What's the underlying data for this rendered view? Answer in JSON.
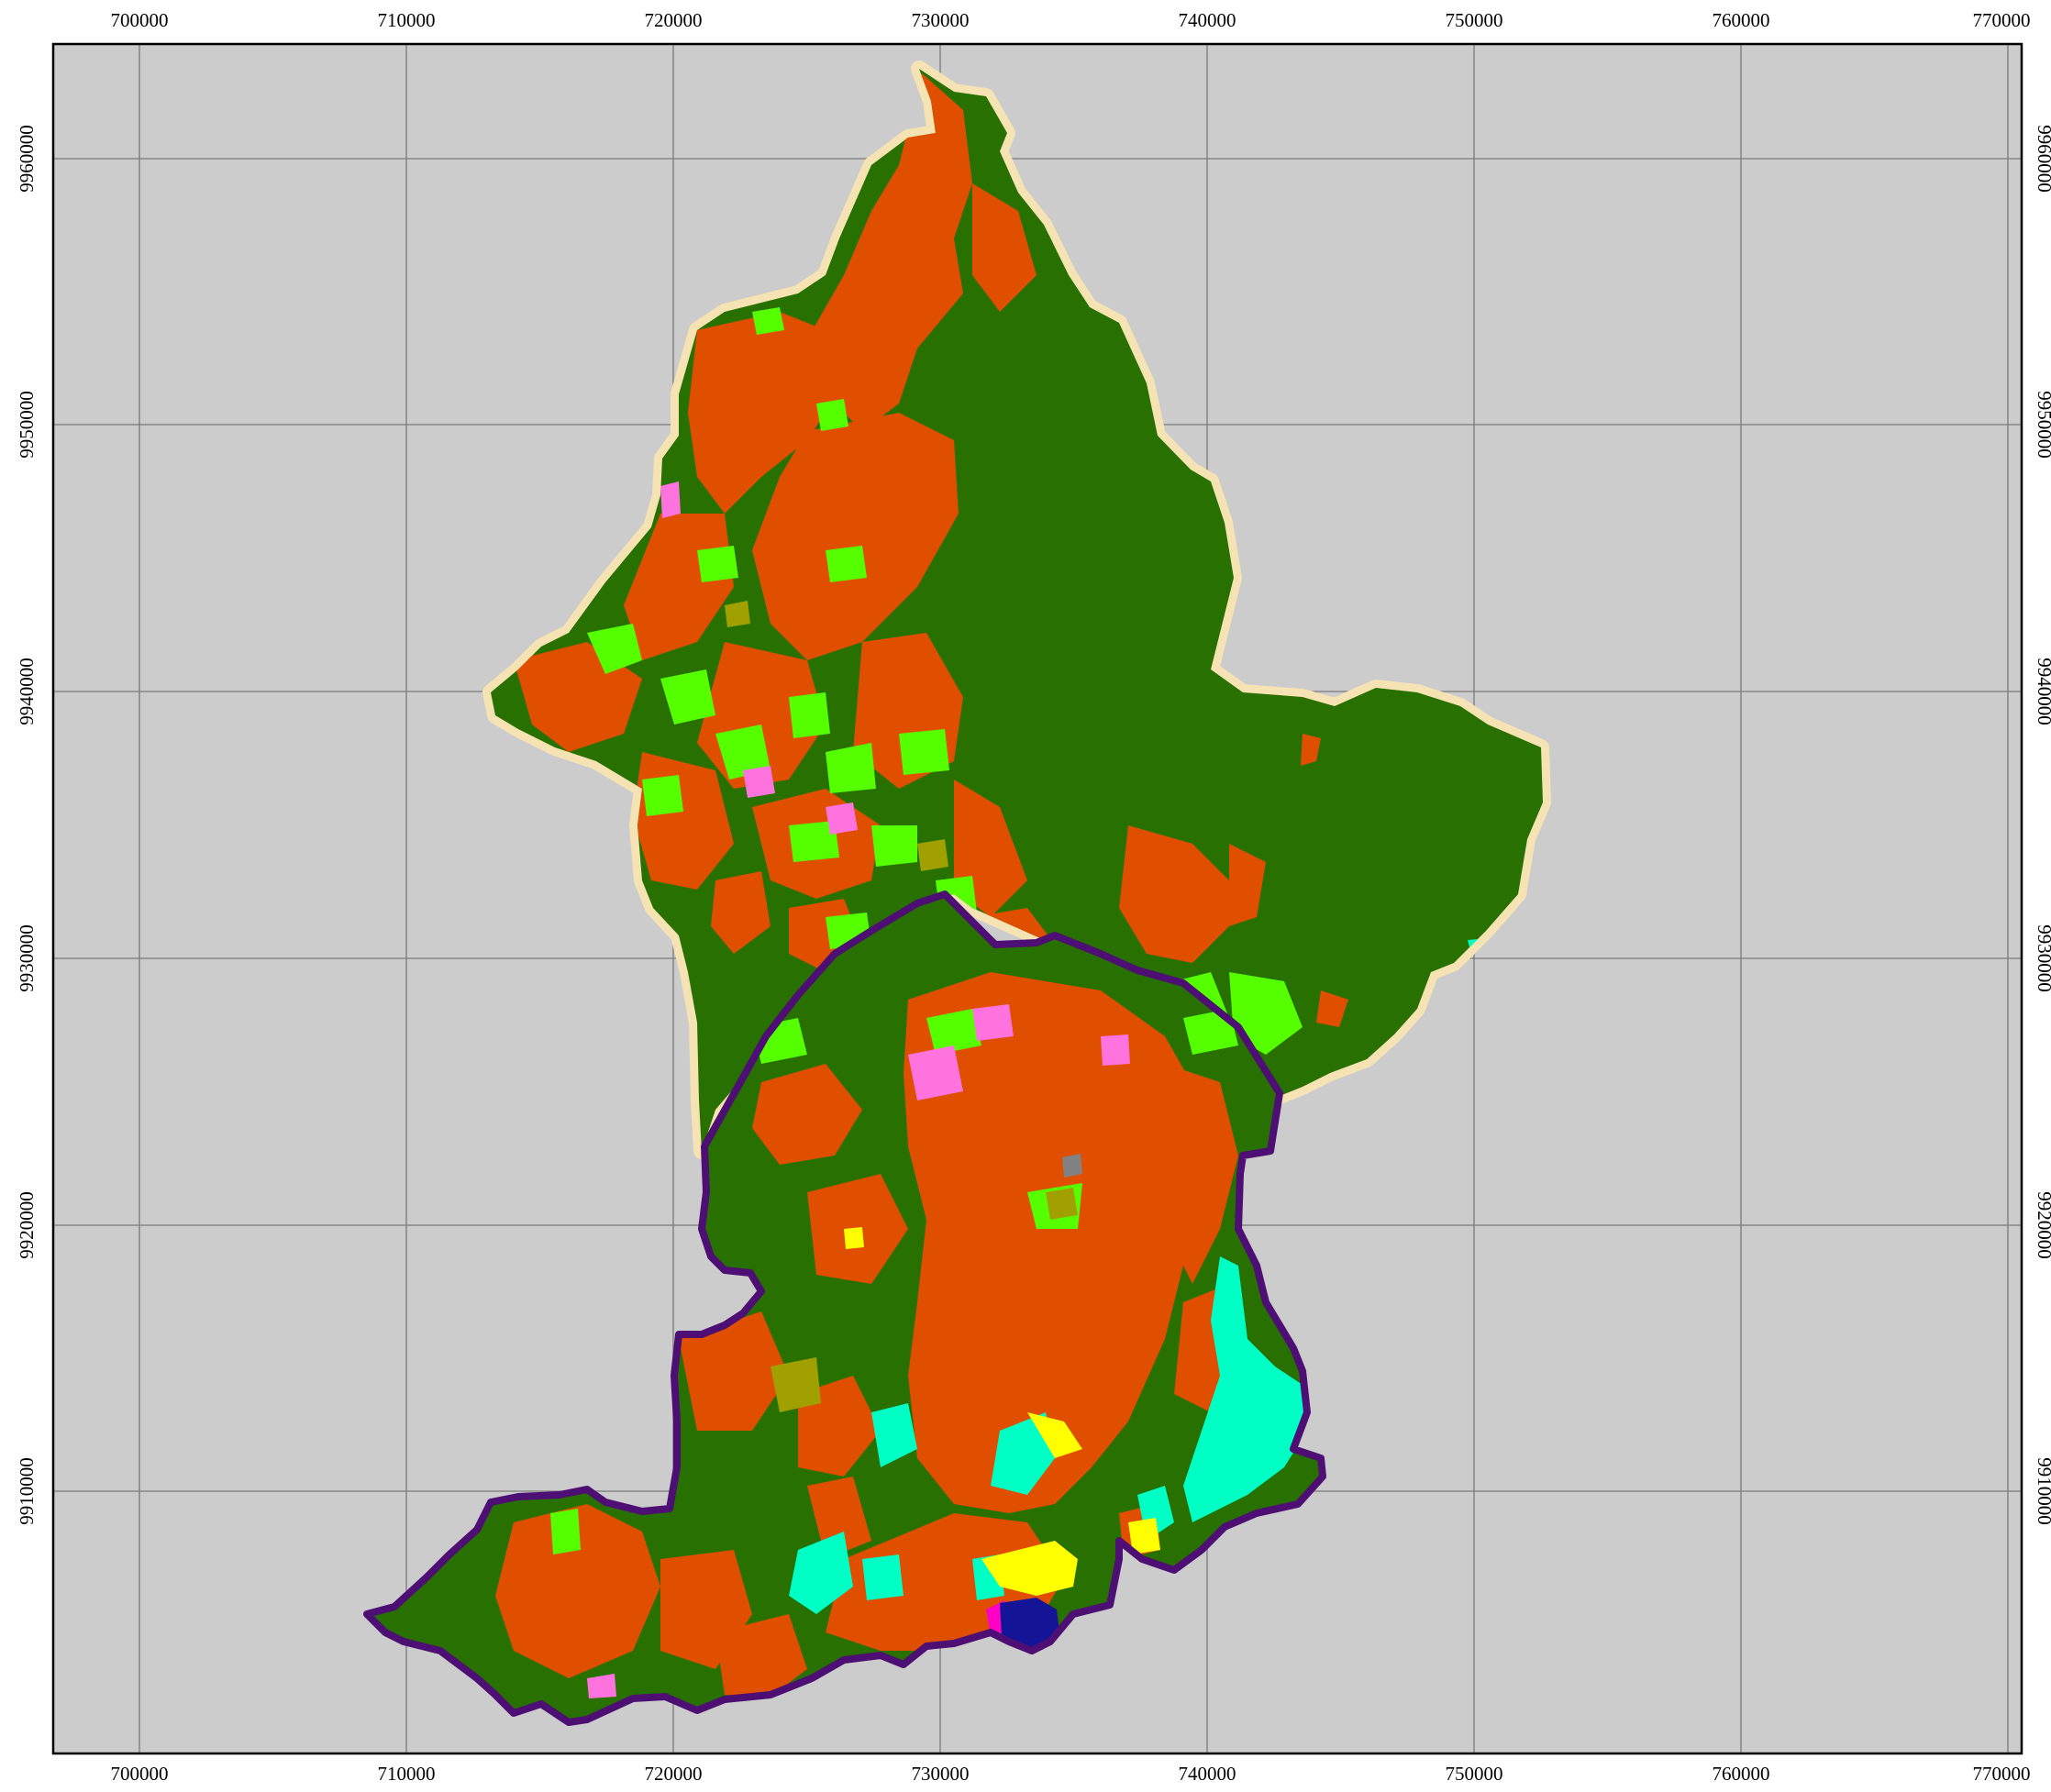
{
  "map": {
    "x_ticks": [
      "700000",
      "710000",
      "720000",
      "730000",
      "740000",
      "750000",
      "760000",
      "770000"
    ],
    "y_ticks": [
      "9960000",
      "9950000",
      "9940000",
      "9930000",
      "9920000",
      "9910000"
    ],
    "colors": {
      "background": "#cccccc",
      "frame": "#000000",
      "grid": "#7a7a7a",
      "halo": "#f6e3b4",
      "forest": "#287000",
      "agriculture": "#e04e00",
      "grassland": "#55ff00",
      "shrub": "#a0a000",
      "pink": "#ff73df",
      "magenta": "#ff00c5",
      "cyan": "#00ffc5",
      "yellow": "#ffff00",
      "water": "#141496",
      "gray": "#828282",
      "boundary": "#4d0f73"
    }
  }
}
